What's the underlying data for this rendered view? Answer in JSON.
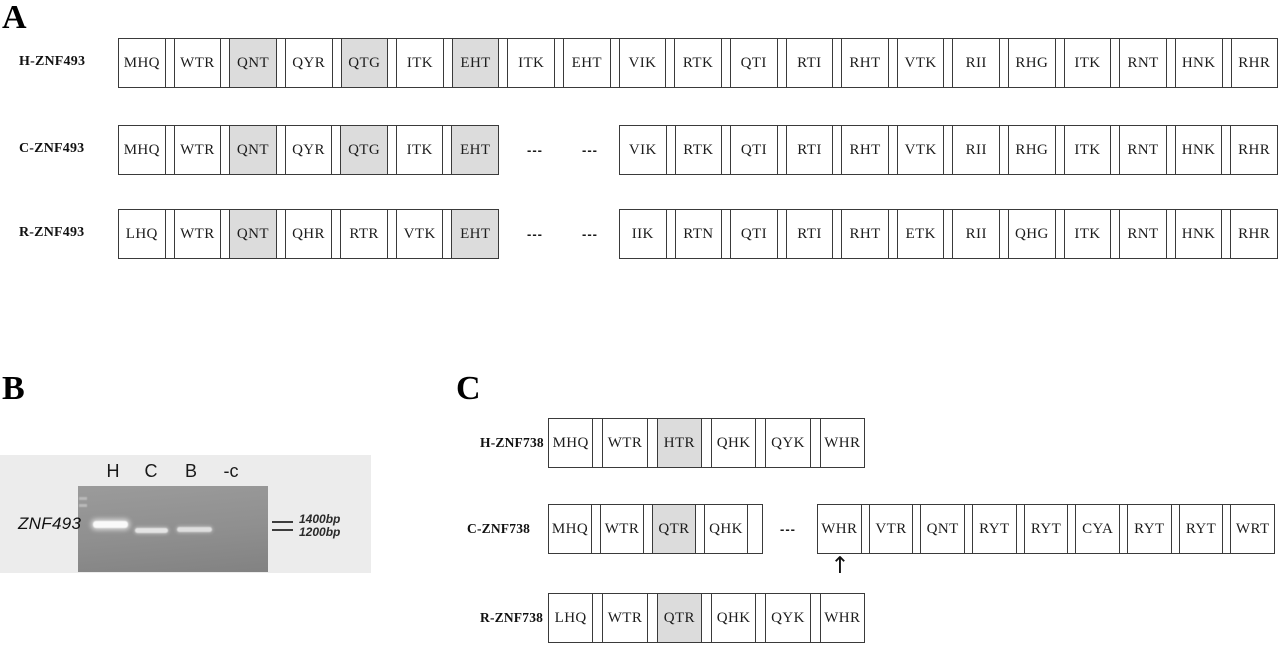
{
  "figure": {
    "panel_a": {
      "letter": "A",
      "rows": [
        {
          "label": "H-ZNF493",
          "boxes": [
            {
              "t": "MHQ",
              "s": false
            },
            {
              "t": "WTR",
              "s": false
            },
            {
              "t": "QNT",
              "s": true
            },
            {
              "t": "QYR",
              "s": false
            },
            {
              "t": "QTG",
              "s": true
            },
            {
              "t": "ITK",
              "s": false
            },
            {
              "t": "EHT",
              "s": true
            },
            {
              "t": "ITK",
              "s": false
            },
            {
              "t": "EHT",
              "s": false
            },
            {
              "t": "VIK",
              "s": false
            },
            {
              "t": "RTK",
              "s": false
            },
            {
              "t": "QTI",
              "s": false
            },
            {
              "t": "RTI",
              "s": false
            },
            {
              "t": "RHT",
              "s": false
            },
            {
              "t": "VTK",
              "s": false
            },
            {
              "t": "RII",
              "s": false
            },
            {
              "t": "RHG",
              "s": false
            },
            {
              "t": "ITK",
              "s": false
            },
            {
              "t": "RNT",
              "s": false
            },
            {
              "t": "HNK",
              "s": false
            },
            {
              "t": "RHR",
              "s": false
            }
          ]
        },
        {
          "label": "C-ZNF493",
          "dash1": "---",
          "dash2": "---",
          "group1": [
            {
              "t": "MHQ",
              "s": false
            },
            {
              "t": "WTR",
              "s": false
            },
            {
              "t": "QNT",
              "s": true
            },
            {
              "t": "QYR",
              "s": false
            },
            {
              "t": "QTG",
              "s": true
            },
            {
              "t": "ITK",
              "s": false
            },
            {
              "t": "EHT",
              "s": true
            }
          ],
          "group2": [
            {
              "t": "VIK",
              "s": false
            },
            {
              "t": "RTK",
              "s": false
            },
            {
              "t": "QTI",
              "s": false
            },
            {
              "t": "RTI",
              "s": false
            },
            {
              "t": "RHT",
              "s": false
            },
            {
              "t": "VTK",
              "s": false
            },
            {
              "t": "RII",
              "s": false
            },
            {
              "t": "RHG",
              "s": false
            },
            {
              "t": "ITK",
              "s": false
            },
            {
              "t": "RNT",
              "s": false
            },
            {
              "t": "HNK",
              "s": false
            },
            {
              "t": "RHR",
              "s": false
            }
          ]
        },
        {
          "label": "R-ZNF493",
          "dash1": "---",
          "dash2": "---",
          "group1": [
            {
              "t": "LHQ",
              "s": false
            },
            {
              "t": "WTR",
              "s": false
            },
            {
              "t": "QNT",
              "s": true
            },
            {
              "t": "QHR",
              "s": false
            },
            {
              "t": "RTR",
              "s": false
            },
            {
              "t": "VTK",
              "s": false
            },
            {
              "t": "EHT",
              "s": true
            }
          ],
          "group2": [
            {
              "t": "IIK",
              "s": false
            },
            {
              "t": "RTN",
              "s": false
            },
            {
              "t": "QTI",
              "s": false
            },
            {
              "t": "RTI",
              "s": false
            },
            {
              "t": "RHT",
              "s": false
            },
            {
              "t": "ETK",
              "s": false
            },
            {
              "t": "RII",
              "s": false
            },
            {
              "t": "QHG",
              "s": false
            },
            {
              "t": "ITK",
              "s": false
            },
            {
              "t": "RNT",
              "s": false
            },
            {
              "t": "HNK",
              "s": false
            },
            {
              "t": "RHR",
              "s": false
            }
          ]
        }
      ]
    },
    "panel_b": {
      "letter": "B",
      "gene_label": "ZNF493",
      "lane_labels": [
        "H",
        "C",
        "B",
        "-c"
      ],
      "size_markers": [
        "1400bp",
        "1200bp"
      ]
    },
    "panel_c": {
      "letter": "C",
      "rows": [
        {
          "label": "H-ZNF738",
          "boxes": [
            {
              "t": "MHQ",
              "s": false
            },
            {
              "t": "WTR",
              "s": false
            },
            {
              "t": "HTR",
              "s": true
            },
            {
              "t": "QHK",
              "s": false
            },
            {
              "t": "QYK",
              "s": false
            },
            {
              "t": "WHR",
              "s": false
            }
          ]
        },
        {
          "label": "C-ZNF738",
          "dash": "---",
          "arrow": "↑",
          "group1": [
            {
              "t": "MHQ",
              "s": false
            },
            {
              "t": "WTR",
              "s": false
            },
            {
              "t": "QTR",
              "s": true
            },
            {
              "t": "QHK",
              "s": false
            }
          ],
          "group2": [
            {
              "t": "WHR",
              "s": false
            },
            {
              "t": "VTR",
              "s": false
            },
            {
              "t": "QNT",
              "s": false
            },
            {
              "t": "RYT",
              "s": false
            },
            {
              "t": "RYT",
              "s": false
            },
            {
              "t": "CYA",
              "s": false
            },
            {
              "t": "RYT",
              "s": false
            },
            {
              "t": "RYT",
              "s": false
            },
            {
              "t": "WRT",
              "s": false
            }
          ]
        },
        {
          "label": "R-ZNF738",
          "boxes": [
            {
              "t": "LHQ",
              "s": false
            },
            {
              "t": "WTR",
              "s": false
            },
            {
              "t": "QTR",
              "s": true
            },
            {
              "t": "QHK",
              "s": false
            },
            {
              "t": "QYK",
              "s": false
            },
            {
              "t": "WHR",
              "s": false
            }
          ]
        }
      ]
    },
    "colors": {
      "shaded_box": "#dcdcdc",
      "box_border": "#3a3a3a",
      "gel_background": "#ececec",
      "gel_body": "#8f8f8f",
      "band_bright": "#fafafa"
    }
  }
}
